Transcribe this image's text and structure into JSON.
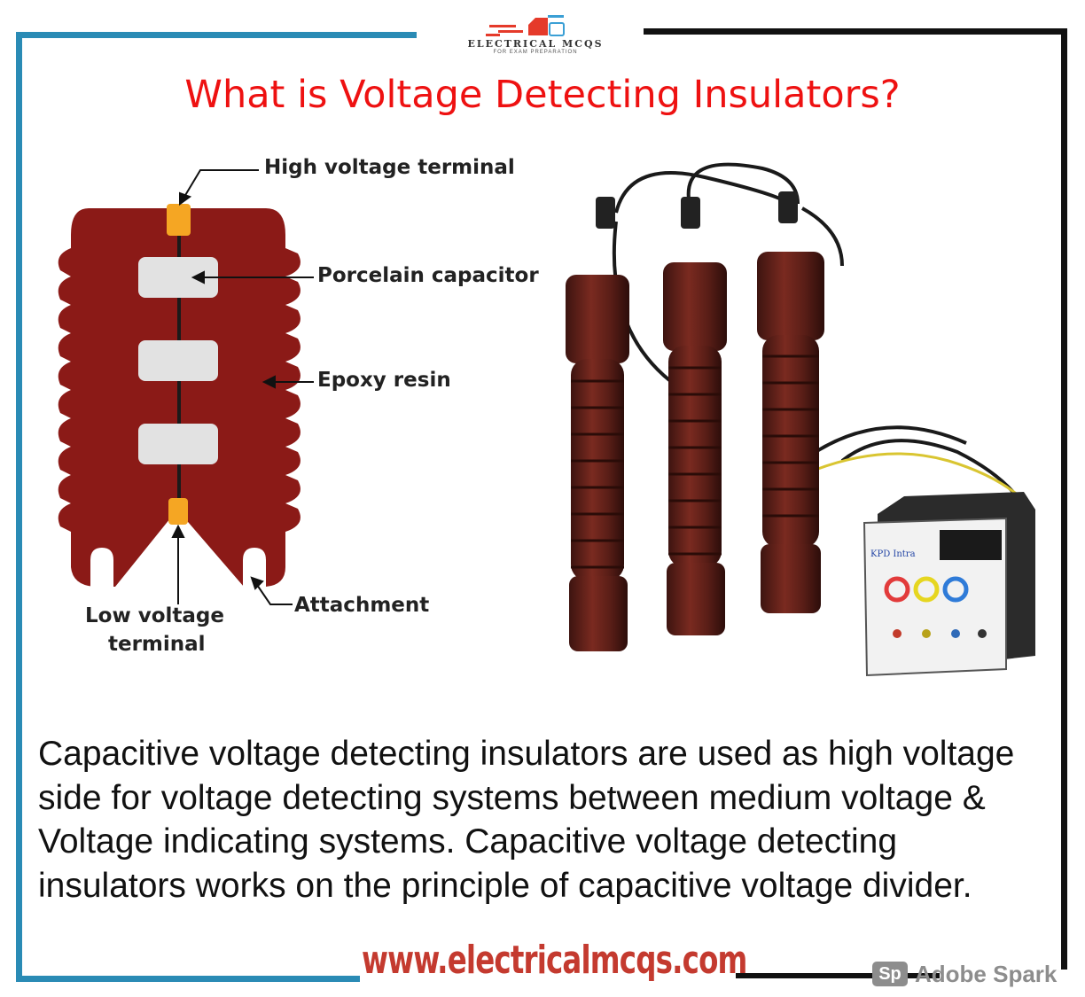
{
  "header": {
    "logo_text": "ELECTRICAL MCQS",
    "logo_subtext": "FOR EXAM PREPARATION",
    "title": "What is Voltage Detecting Insulators?"
  },
  "diagram": {
    "labels": {
      "high_voltage_terminal": "High voltage terminal",
      "porcelain_capacitor": "Porcelain capacitor",
      "epoxy_resin": "Epoxy resin",
      "attachment": "Attachment",
      "low_voltage_terminal_line1": "Low voltage",
      "low_voltage_terminal_line2": "terminal"
    }
  },
  "photo": {
    "device_label": "KPD Intra"
  },
  "description": "Capacitive voltage detecting insulators are used as high voltage side for voltage detecting systems between medium voltage & Voltage indicating systems. Capacitive voltage detecting insulators works on the principle of capacitive voltage divider.",
  "footer": {
    "website": "www.electricalmcqs.com",
    "badge_text": "Sp",
    "watermark": "Adobe Spark"
  },
  "colors": {
    "title": "#ee1111",
    "insulator_body": "#8b1a17",
    "terminal": "#f5a623",
    "capacitor": "#e2e2e2",
    "frame_blue": "#2a8bb5",
    "website": "#c43a2f"
  }
}
